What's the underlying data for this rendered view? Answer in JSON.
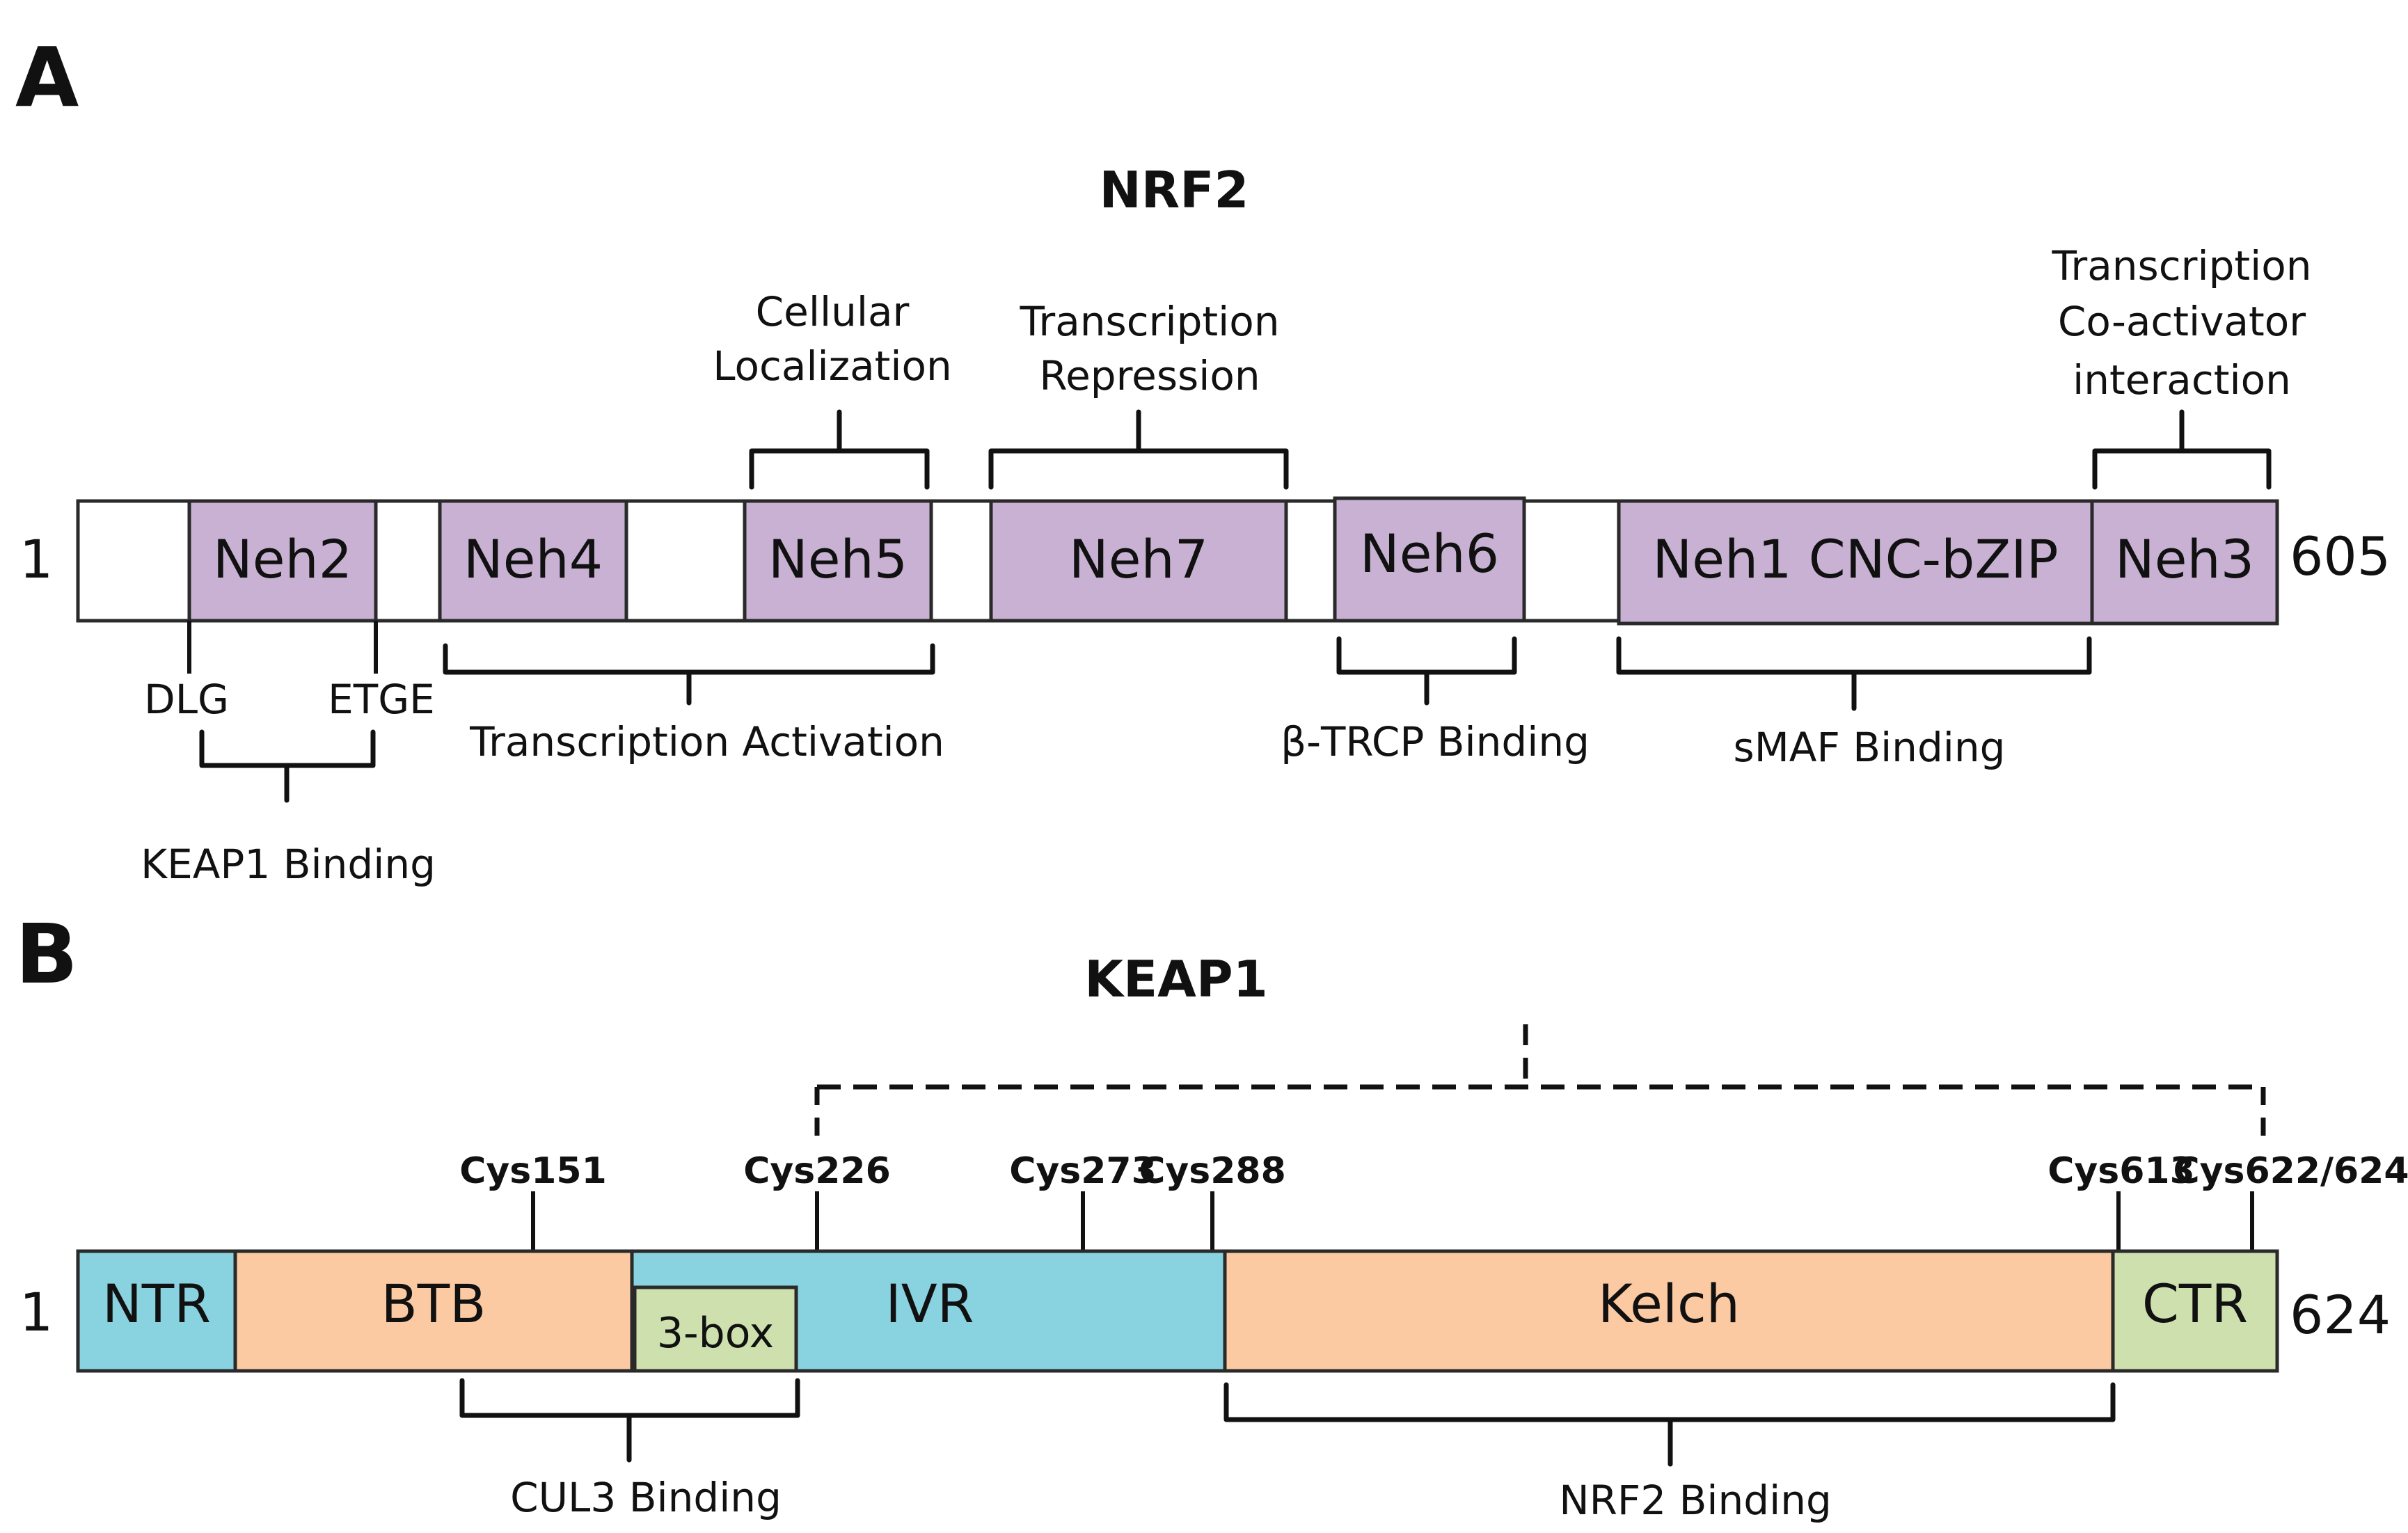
{
  "colors": {
    "neh": "#c8b1d3",
    "ntr_ivr": "#89d3e0",
    "btb_kelch": "#fbc9a2",
    "threebox_ctr": "#cde0ae",
    "backbone": "#ffffff"
  },
  "panel_a": {
    "label": "A",
    "title": "NRF2",
    "start": "1",
    "end": "605",
    "domains": [
      "Neh2",
      "Neh4",
      "Neh5",
      "Neh7",
      "Neh6",
      "Neh1 CNC-bZIP",
      "Neh3"
    ],
    "top_annotations": [
      [
        "Cellular",
        "Localization"
      ],
      [
        "Transcription",
        "Repression"
      ],
      [
        "Transcription",
        "Co-activator",
        "interaction"
      ]
    ],
    "motifs": [
      "DLG",
      "ETGE"
    ],
    "bottom_annotations": [
      "KEAP1 Binding",
      "Transcription Activation",
      "β-TRCP Binding",
      "sMAF Binding"
    ]
  },
  "panel_b": {
    "label": "B",
    "title": "KEAP1",
    "start": "1",
    "end": "624",
    "domains": [
      "NTR",
      "BTB",
      "3-box",
      "IVR",
      "Kelch",
      "CTR"
    ],
    "cysteines": [
      "Cys151",
      "Cys226",
      "Cys273",
      "Cys288",
      "Cys613",
      "Cys622/624"
    ],
    "bottom_annotations": [
      "CUL3 Binding",
      "NRF2 Binding"
    ]
  }
}
